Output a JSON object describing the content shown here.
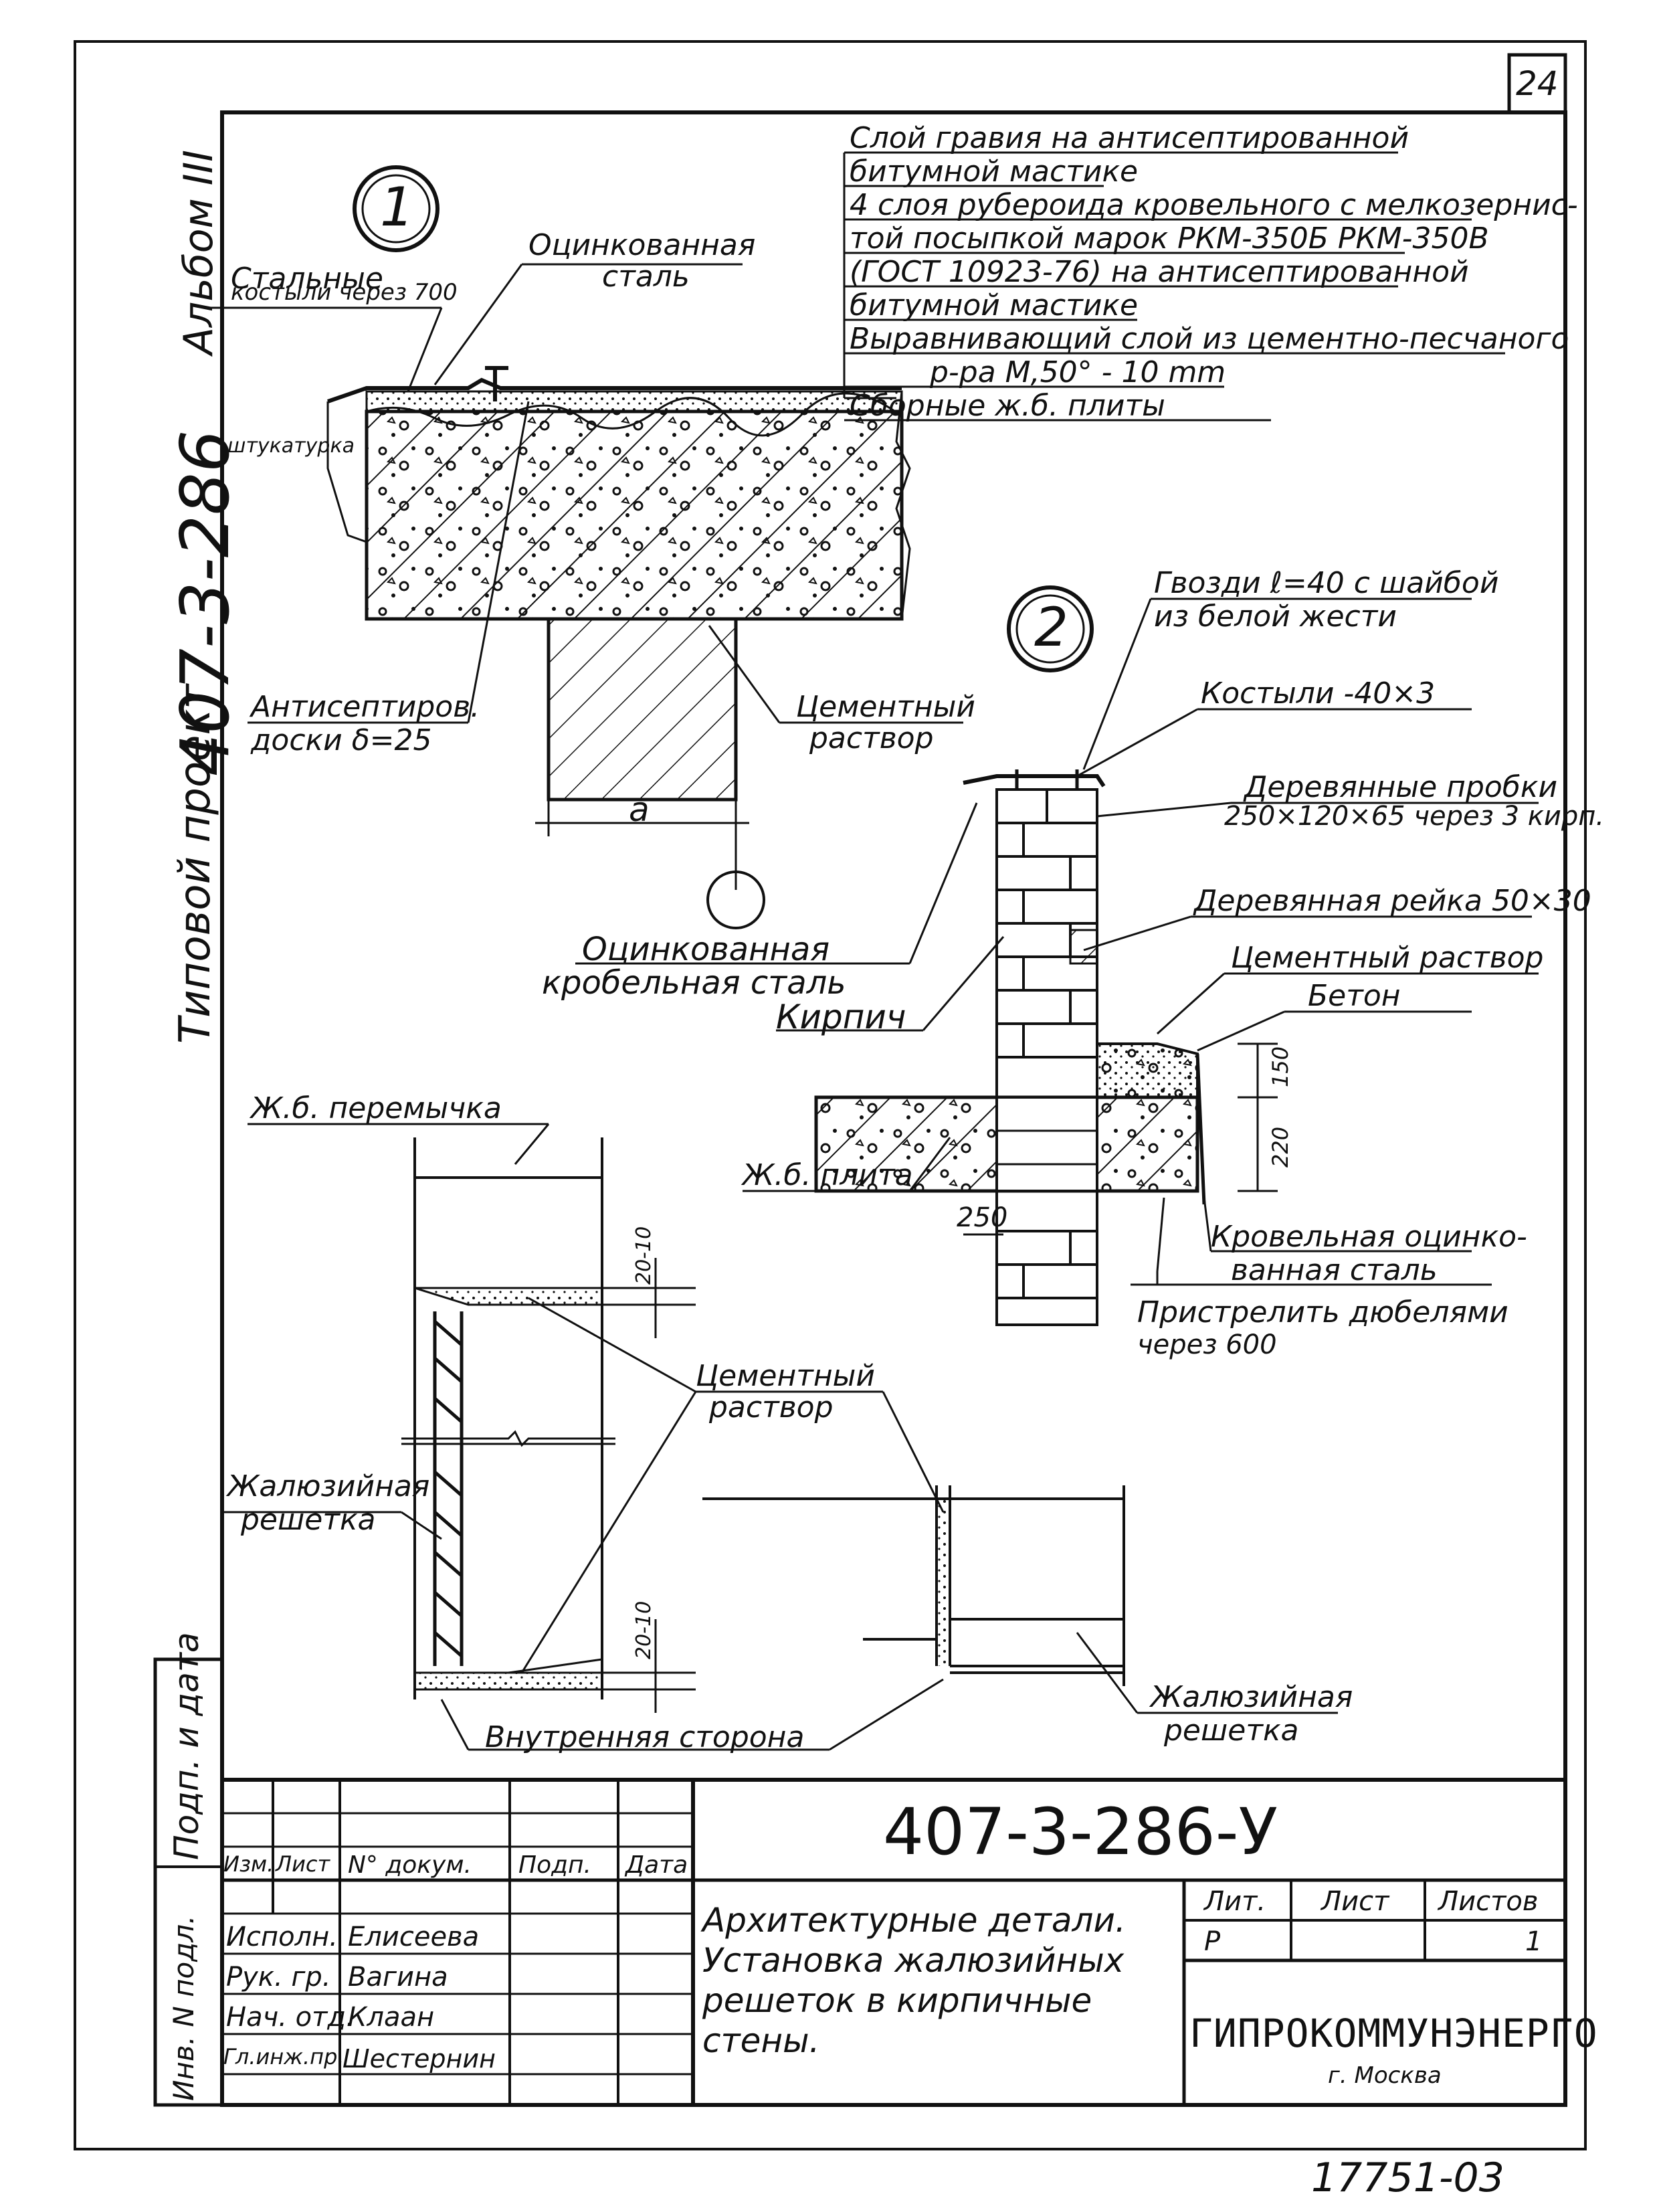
{
  "sheet_number": "24",
  "footer_code": "17751-03",
  "side": {
    "album": "Альбом III",
    "project_label": "Типовой проект",
    "project_number": "407-3-286"
  },
  "left_strip": {
    "sign_date": "Подп. и дата",
    "inventory": "Инв. N подл."
  },
  "detail1": {
    "marker": "1",
    "layers": [
      "Слой гравия на антисептированной",
      "битумной мастике",
      "4 слоя рубероида кровельного с мелкозернис-",
      "той посыпкой марок РКМ-350Б РКМ-350В",
      "(ГОСТ 10923-76) на антисептированной",
      "битумной мастике",
      "Выравнивающий слой из цементно-песчаного",
      "р-ра М,50° - 10 mm",
      "Сборные ж.б. плиты"
    ],
    "galv_steel_1": "Оцинкованная",
    "galv_steel_2": "сталь",
    "steel_crutches_1": "Стальные",
    "steel_crutches_2": "костыли через 700",
    "plaster": "штукатурка",
    "antiseptic_1": "Антисептиров.",
    "antiseptic_2": "доски δ=25",
    "cement_1": "Цементный",
    "cement_2": "раствор",
    "dim_a": "a",
    "roof_steel_1": "Оцинкованная",
    "roof_steel_2": "кробельная сталь"
  },
  "detail2": {
    "marker": "2",
    "nails_1": "Гвозди ℓ=40 с шайбой",
    "nails_2": "из белой жести",
    "crutches": "Костыли -40×3",
    "plugs_1": "Деревянные пробки",
    "plugs_2": "250×120×65 через 3 кирп.",
    "rail": "Деревянная рейка 50×30",
    "cement": "Цементный раствор",
    "concrete": "Бетон",
    "brick": "Кирпич",
    "slab": "Ж.б. плита",
    "dim_250": "250",
    "dim_150": "150",
    "dim_220": "220",
    "roof_steel_1": "Кровельная оцинко-",
    "roof_steel_2": "ванная сталь",
    "dowels_1": "Пристрелить дюбелями",
    "dowels_2": "через 600"
  },
  "detail3": {
    "lintel": "Ж.б. перемычка",
    "dim_top": "20-10",
    "dim_bottom": "20-10",
    "cement_1": "Цементный",
    "cement_2": "раствор",
    "grille_1": "Жалюзийная",
    "grille_2": "решетка",
    "inner_side": "Внутренняя сторона",
    "grille_r1": "Жалюзийная",
    "grille_r2": "решетка"
  },
  "stamp": {
    "code": "407-3-286-У",
    "headers": [
      "Изм.",
      "Лист",
      "N° докум.",
      "Подп.",
      "Дата"
    ],
    "rows": [
      {
        "role": "Исполн.",
        "name": "Елисеева"
      },
      {
        "role": "Рук. гр.",
        "name": "Вагина"
      },
      {
        "role": "Нач. отд.",
        "name": "Клаан"
      },
      {
        "role": "Гл.инж.пр.",
        "name": "Шестернин"
      }
    ],
    "title": "Архитектурные детали. Установка жалюзийных решеток в кирпичные стены.",
    "lit_header": "Лит.",
    "sheet_header": "Лист",
    "sheets_header": "Листов",
    "lit_value": "Р",
    "sheets_value": "1",
    "org": "ГИПРОКОММУНЭНЕРГО",
    "city": "г. Москва"
  }
}
